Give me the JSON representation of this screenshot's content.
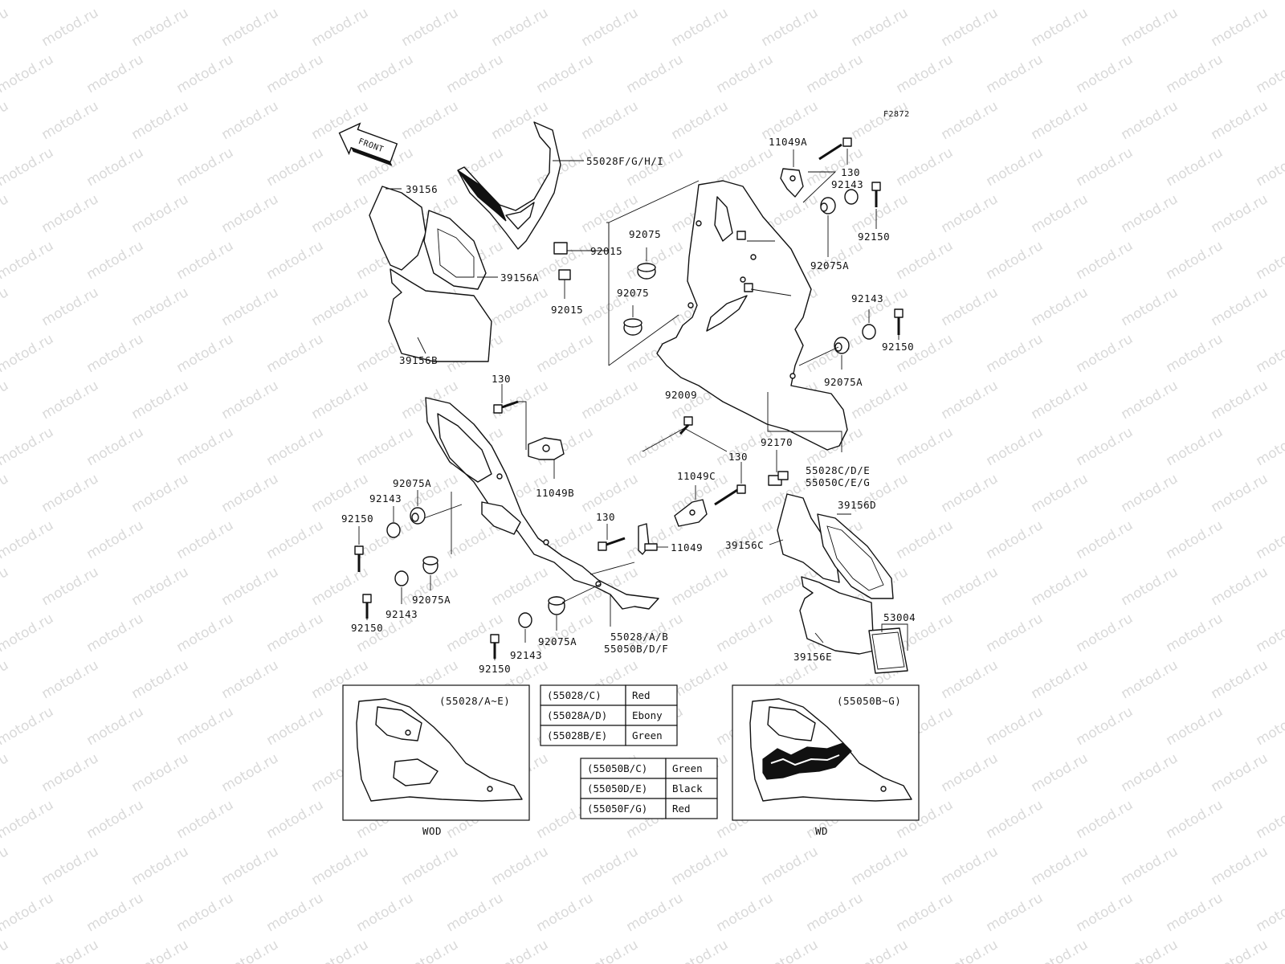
{
  "watermark": {
    "text": "motod.ru"
  },
  "figure_code": "F2872",
  "front_arrow": {
    "label": "FRONT"
  },
  "callouts": {
    "p55028fghi": "55028F/G/H/I",
    "p39156": "39156",
    "p39156a": "39156A",
    "p39156b": "39156B",
    "p92015_top": "92015",
    "p92015_bot": "92015",
    "p92075_1": "92075",
    "p92075_2": "92075",
    "p11049a": "11049A",
    "p130_top": "130",
    "p92143_top": "92143",
    "p92150_top": "92150",
    "p92075a_top": "92075A",
    "p92143_mid": "92143",
    "p92150_mid": "92150",
    "p92075a_mid": "92075A",
    "p92009": "92009",
    "p92170": "92170",
    "p55028cde": "55028C/D/E",
    "p55050ceg": "55050C/E/G",
    "p130_left": "130",
    "p11049b": "11049B",
    "p130_center": "130",
    "p11049c": "11049C",
    "p130_lower": "130",
    "p11049": "11049",
    "p92075a_l1": "92075A",
    "p92143_l1": "92143",
    "p92150_l1": "92150",
    "p92075a_l2": "92075A",
    "p92143_l2": "92143",
    "p92150_l2": "92150",
    "p92075a_b": "92075A",
    "p92143_b": "92143",
    "p92150_b": "92150",
    "p55028ab": "55028/A/B",
    "p55050bdf": "55050B/D/F",
    "p39156d": "39156D",
    "p39156c": "39156C",
    "p53004": "53004",
    "p39156e": "39156E"
  },
  "inset_left": {
    "range": "(55028/A~E)",
    "caption": "WOD"
  },
  "inset_right": {
    "range": "(55050B~G)",
    "caption": "WD"
  },
  "color_table_55028": [
    {
      "code": "(55028/C)",
      "color": "Red"
    },
    {
      "code": "(55028A/D)",
      "color": "Ebony"
    },
    {
      "code": "(55028B/E)",
      "color": "Green"
    }
  ],
  "color_table_55050": [
    {
      "code": "(55050B/C)",
      "color": "Green"
    },
    {
      "code": "(55050D/E)",
      "color": "Black"
    },
    {
      "code": "(55050F/G)",
      "color": "Red"
    }
  ]
}
